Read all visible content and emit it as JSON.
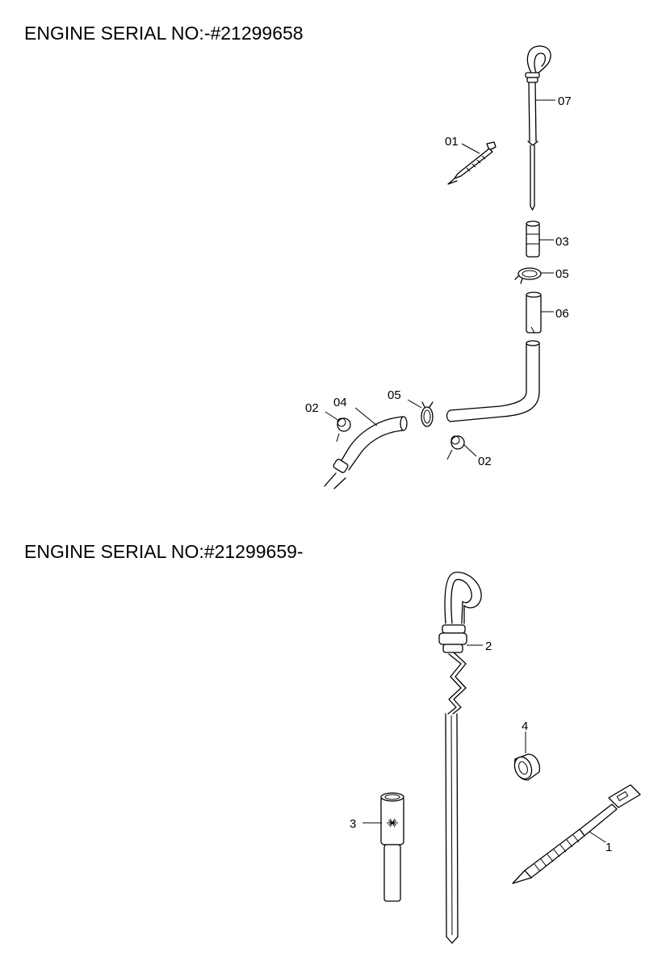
{
  "headings": {
    "upper": "ENGINE SERIAL NO:-#21299658",
    "lower": "ENGINE SERIAL NO:#21299659-"
  },
  "upper_callouts": {
    "p01": "01",
    "p02a": "02",
    "p02b": "02",
    "p03": "03",
    "p04": "04",
    "p05a": "05",
    "p05b": "05",
    "p06": "06",
    "p07": "07"
  },
  "lower_callouts": {
    "p1": "1",
    "p2": "2",
    "p3": "3",
    "p4": "4"
  }
}
